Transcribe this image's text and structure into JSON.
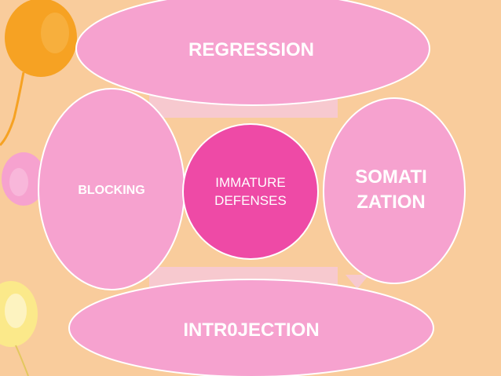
{
  "diagram": {
    "center": {
      "label_line1": "IMMATURE",
      "label_line2": "DEFENSES"
    },
    "top": {
      "label": "REGRESSION"
    },
    "left": {
      "label": "BLOCKING"
    },
    "right": {
      "label_line1": "SOMATI",
      "label_line2": "ZATION"
    },
    "bottom": {
      "label": "INTR0JECTION"
    }
  },
  "colors": {
    "background": "#f9cc9c",
    "node_fill": "#f6a2cf",
    "center_fill": "#ee4aa6",
    "node_text": "#ffffff",
    "connector": "#f7c9cf",
    "balloon_orange": "#f6a223",
    "balloon_pink": "#f6a2cf",
    "balloon_yellow": "#fbe98a"
  },
  "decorations": {
    "balloons": [
      "balloon-orange-icon",
      "balloon-pink-icon",
      "balloon-yellow-icon"
    ]
  }
}
